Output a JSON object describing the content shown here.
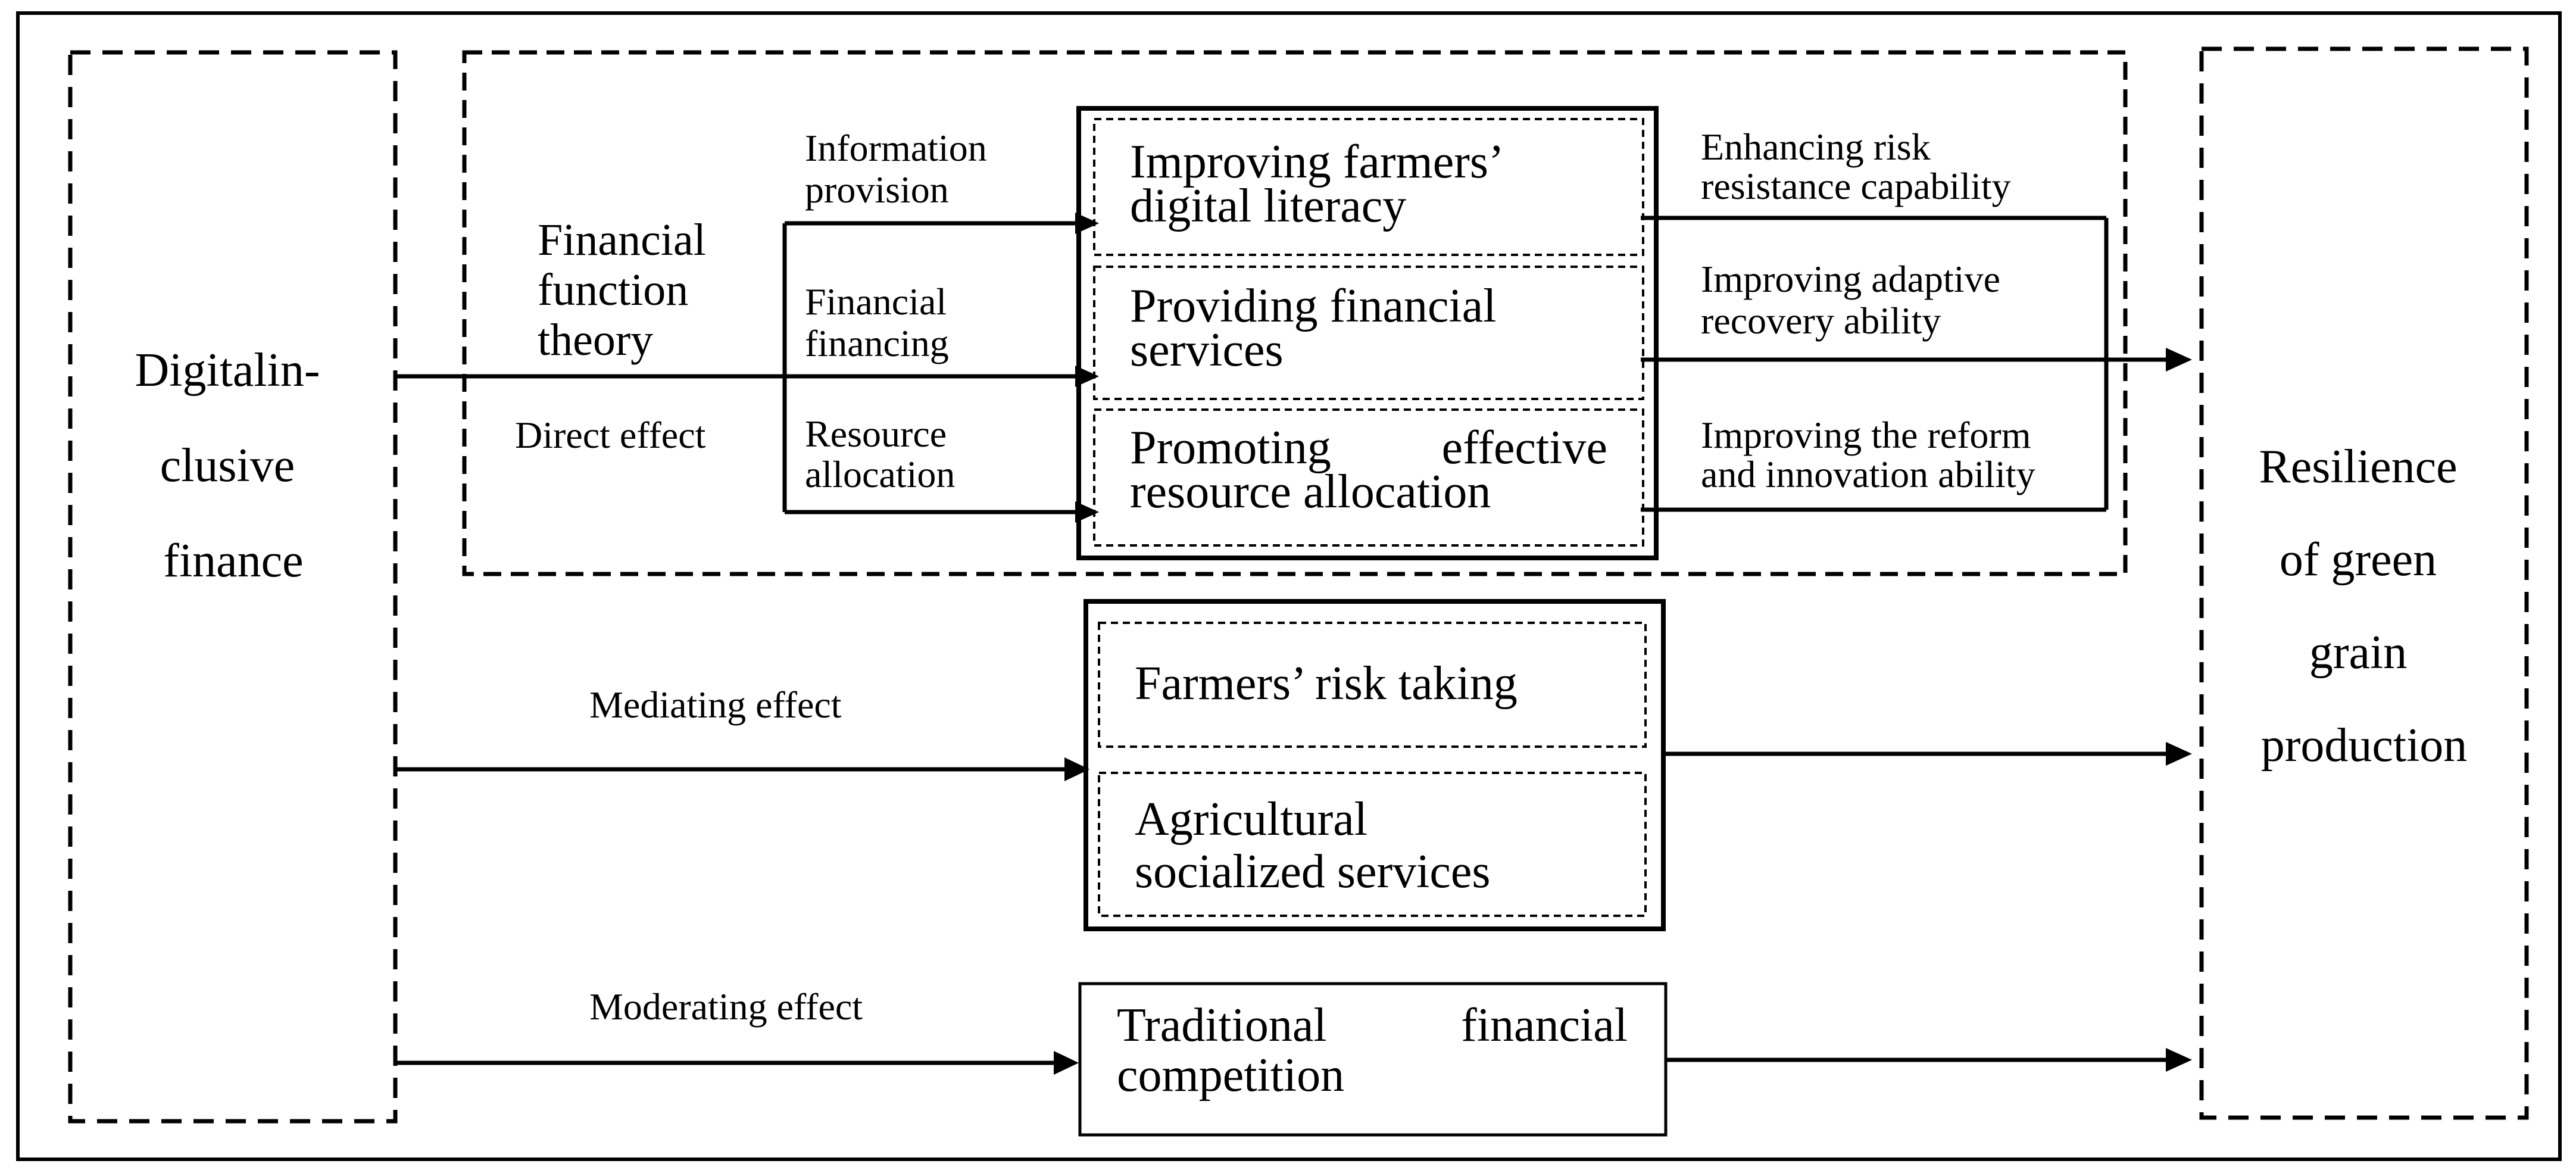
{
  "left_box": {
    "lines": [
      "Digitalin-",
      "clusive",
      "finance"
    ]
  },
  "right_box": {
    "lines": [
      "Resilience",
      "of green",
      "grain",
      "production"
    ]
  },
  "theory_label": {
    "lines": [
      "Financial",
      "function",
      "theory"
    ]
  },
  "direct_effect_label": "Direct effect",
  "mechanisms": [
    {
      "lines": [
        "Information",
        "provision"
      ]
    },
    {
      "lines": [
        "Financial",
        "financing"
      ]
    },
    {
      "lines": [
        "Resource",
        "allocation"
      ]
    }
  ],
  "outcomes_inner": [
    {
      "lines": [
        "Improving farmers’",
        "digital literacy"
      ]
    },
    {
      "lines": [
        "Providing financial",
        "services"
      ]
    },
    {
      "words": [
        "Promoting",
        "effective"
      ],
      "line2": "resource allocation"
    }
  ],
  "resilience_effects": [
    {
      "lines": [
        "Enhancing risk",
        "resistance capability"
      ]
    },
    {
      "lines": [
        "Improving adaptive",
        "recovery ability"
      ]
    },
    {
      "lines": [
        "Improving the reform",
        "and innovation ability"
      ]
    }
  ],
  "mediating_effect_label": "Mediating effect",
  "mediators": [
    {
      "lines": [
        "Farmers’ risk taking"
      ]
    },
    {
      "lines": [
        "Agricultural",
        "socialized services"
      ]
    }
  ],
  "moderating_effect_label": "Moderating effect",
  "moderator": {
    "words": [
      "Traditional",
      "financial"
    ],
    "line2": "competition"
  }
}
